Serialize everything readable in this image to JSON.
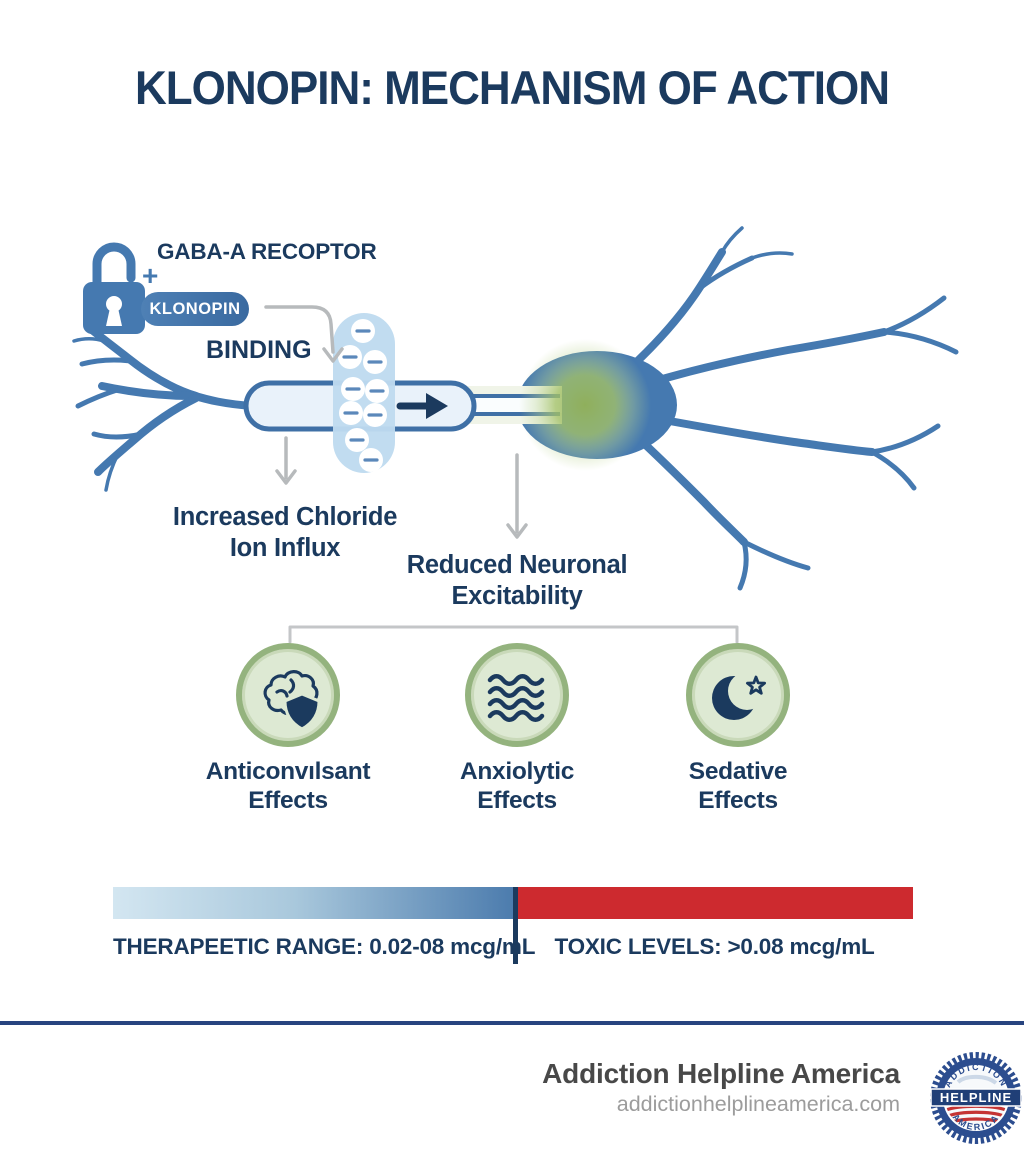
{
  "title": "KLONOPIN: MECHANISM OF ACTION",
  "binding": {
    "receptor": "GABA-A RECOPTOR",
    "plus": "+",
    "drug": "KLONOPIN",
    "action": "BINDING"
  },
  "outcomes": {
    "chloride": {
      "line1": "Increased Chloride",
      "line2": "Ion Influx"
    },
    "excitability": {
      "line1": "Reduced Neuronal",
      "line2": "Excitability"
    }
  },
  "effects": [
    {
      "icon": "brain-shield-icon",
      "line1": "Anticonvılsant",
      "line2": "Effects"
    },
    {
      "icon": "waves-icon",
      "line1": "Anxiolytic",
      "line2": "Effects"
    },
    {
      "icon": "moon-star-icon",
      "line1": "Sedative",
      "line2": "Effects"
    }
  ],
  "levels": {
    "therapeutic": "THERAPEETIC RANGE: 0.02-08 mcg/mL",
    "toxic": "TOXIC LEVELS: >0.08 mcg/mL"
  },
  "footer": {
    "brand": "Addiction Helpline America",
    "website": "addictionhelplineamerica.com",
    "badge_top": "ADDICTION",
    "badge_middle": "HELPLINE",
    "badge_bottom": "AMERICA"
  },
  "colors": {
    "navy": "#1b3a5e",
    "blue": "#4579b0",
    "light_blue": "#bedbef",
    "green_fill": "#dde9d3",
    "green_border": "#94b37e",
    "glow_green": "#9fbe62",
    "red": "#cd2a2f",
    "gray_arrow": "#b7babc"
  }
}
